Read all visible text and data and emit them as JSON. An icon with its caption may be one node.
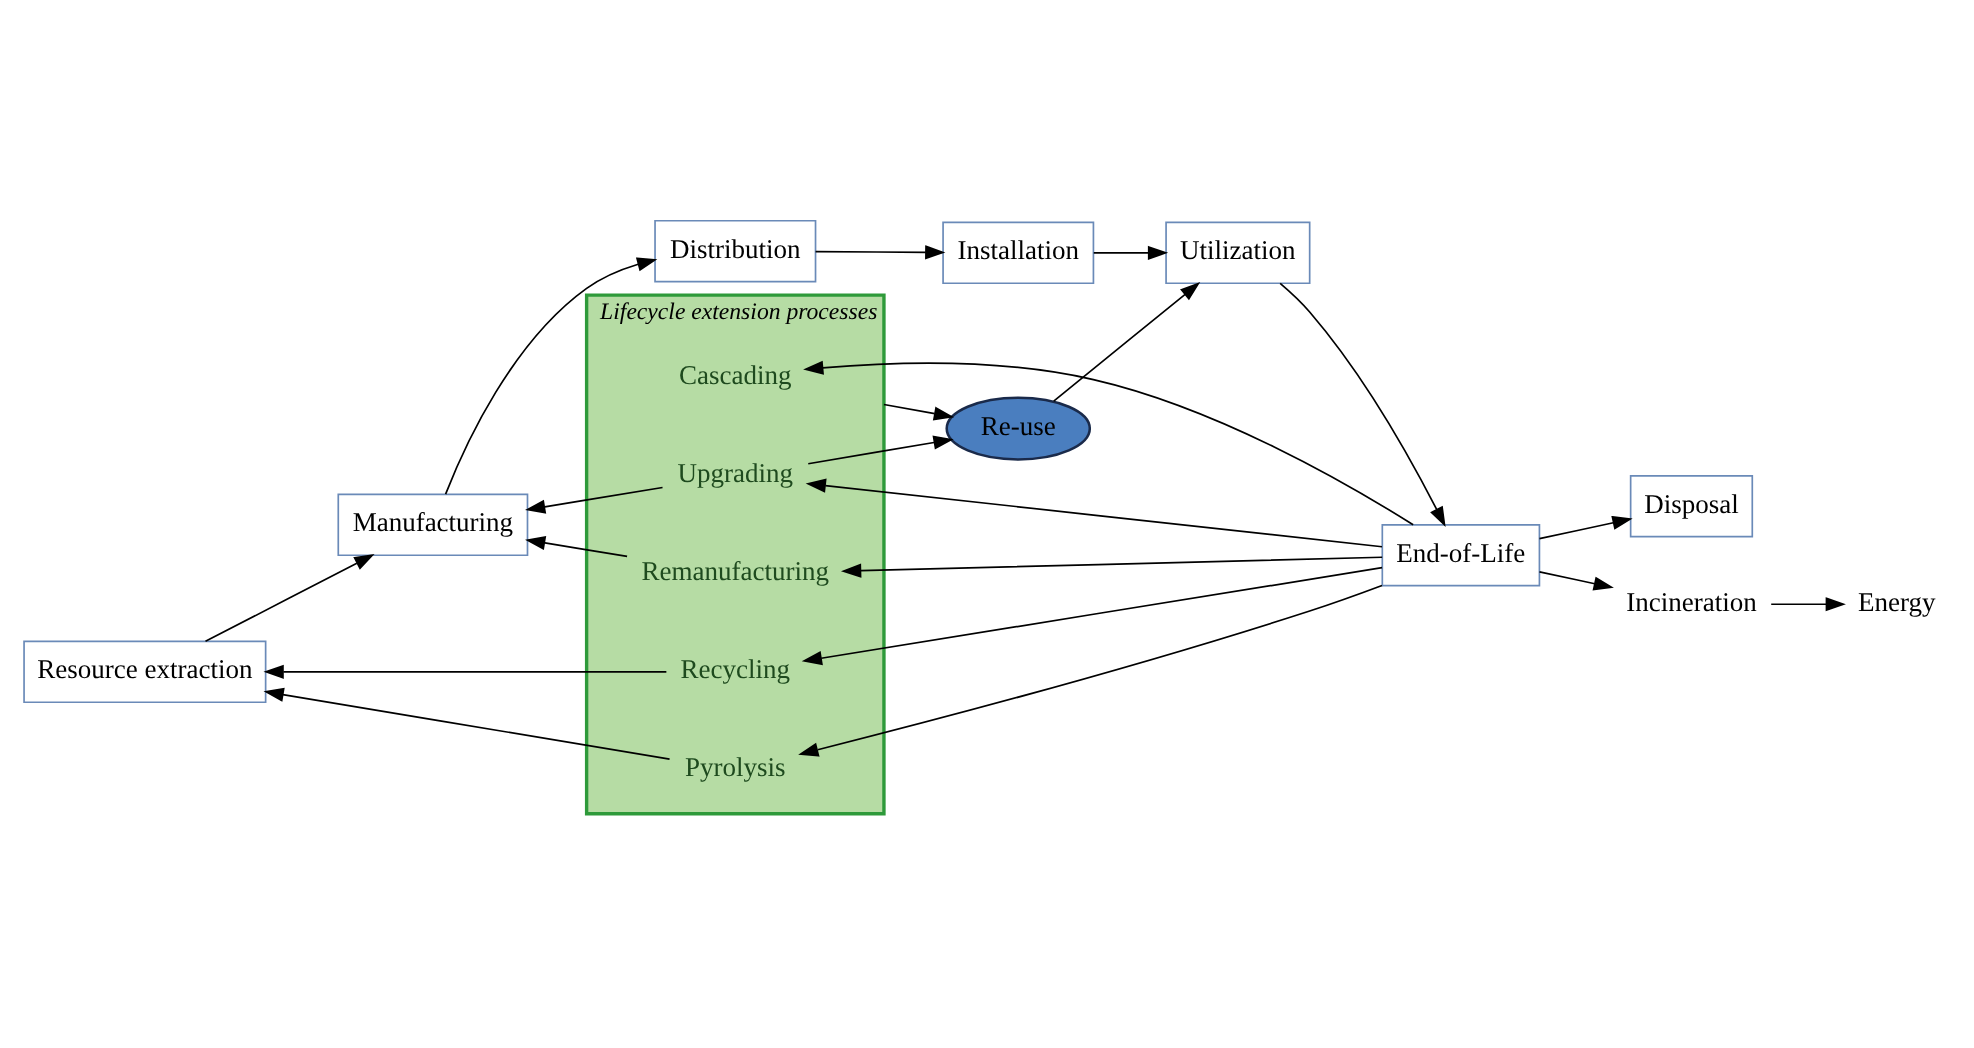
{
  "diagram": {
    "nodes": [
      {
        "text": [
          "Resource extraction"
        ]
      },
      {
        "text": [
          "Manufacturing"
        ]
      },
      {
        "text": [
          "Distribution"
        ]
      },
      {
        "text": [
          "Installation"
        ]
      },
      {
        "text": [
          "Re-use"
        ]
      },
      {
        "text": [
          "Utilization"
        ]
      },
      {
        "text": [
          "Lifecycle extension processes"
        ]
      },
      {
        "text": [
          "Cascading"
        ],
        "in": 6
      },
      {
        "text": [
          "Upgrading"
        ],
        "in": 6
      },
      {
        "text": [
          "Remanufacturing"
        ],
        "in": 6
      },
      {
        "text": [
          "Recycling"
        ],
        "in": 6
      },
      {
        "text": [
          "Pyrolysis"
        ],
        "in": 6
      },
      {
        "text": [
          "End-of-Life"
        ]
      },
      {
        "text": [
          "Disposal"
        ]
      },
      {
        "text": [
          "Incineration"
        ]
      },
      {
        "text": [
          "Energy"
        ]
      }
    ],
    "edges": [
      {
        "from": 0,
        "to": 1,
        "arrow": "to"
      },
      {
        "from": 1,
        "to": 2,
        "arrow": "to"
      },
      {
        "from": 2,
        "to": 3,
        "arrow": "to"
      },
      {
        "from": 3,
        "to": 5,
        "arrow": "to"
      },
      {
        "from": 4,
        "to": 5,
        "arrow": "to"
      },
      {
        "from": 5,
        "to": 12,
        "arrow": "to"
      },
      {
        "from": 12,
        "to": 13,
        "arrow": "to"
      },
      {
        "from": 6,
        "to": 4,
        "arrow": "to"
      },
      {
        "from": 8,
        "to": 1,
        "arrow": "to"
      },
      {
        "from": 8,
        "to": 4,
        "arrow": "to"
      },
      {
        "from": 9,
        "to": 1,
        "arrow": "to"
      },
      {
        "from": 10,
        "to": 0,
        "arrow": "to"
      },
      {
        "from": 11,
        "to": 0,
        "arrow": "to"
      },
      {
        "from": 12,
        "to": 7,
        "arrow": "to"
      },
      {
        "from": 12,
        "to": 8,
        "arrow": "to"
      },
      {
        "from": 12,
        "to": 9,
        "arrow": "to"
      },
      {
        "from": 12,
        "to": 10,
        "arrow": "to"
      },
      {
        "from": 12,
        "to": 11,
        "arrow": "to"
      },
      {
        "from": 12,
        "to": 14,
        "arrow": "to"
      },
      {
        "from": 14,
        "to": 15,
        "arrow": "to"
      }
    ]
  }
}
